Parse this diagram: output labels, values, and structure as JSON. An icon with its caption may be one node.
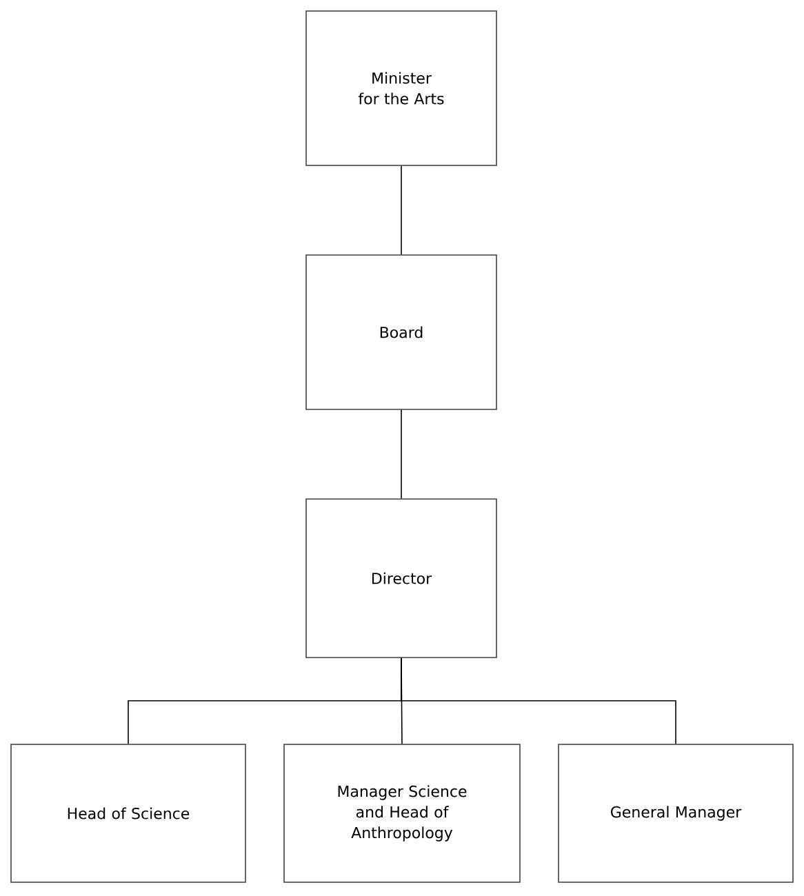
{
  "diagram": {
    "nodes": [
      {
        "text": [
          "Minister for the Arts"
        ]
      },
      {
        "text": [
          "Board"
        ]
      },
      {
        "text": [
          "Director"
        ]
      },
      {
        "text": [
          "Head of Science"
        ]
      },
      {
        "text": [
          "Manager Science and Head of Anthropology"
        ]
      },
      {
        "text": [
          "General Manager"
        ]
      }
    ],
    "edges": [
      {
        "from": 0,
        "to": 1,
        "arrow": "none"
      },
      {
        "from": 1,
        "to": 2,
        "arrow": "none"
      },
      {
        "from": 2,
        "to": 3,
        "arrow": "none"
      },
      {
        "from": 2,
        "to": 4,
        "arrow": "none"
      },
      {
        "from": 2,
        "to": 5,
        "arrow": "none"
      }
    ]
  }
}
